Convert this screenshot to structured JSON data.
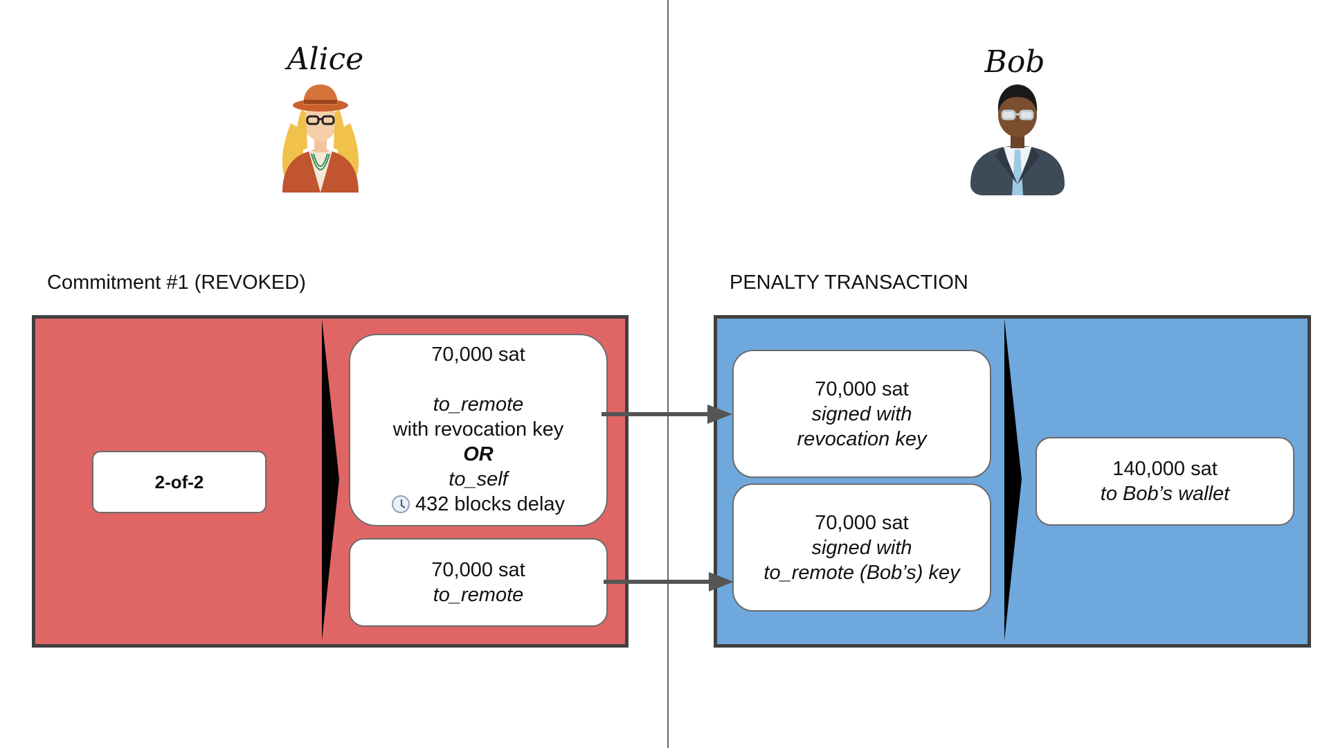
{
  "alice": {
    "name": "Alice",
    "avatar_icon": "alice-avatar-icon"
  },
  "bob": {
    "name": "Bob",
    "avatar_icon": "bob-avatar-icon"
  },
  "commitment": {
    "title": "Commitment #1 (REVOKED)",
    "color": "#e06666",
    "input": {
      "label": "2-of-2"
    },
    "output1": {
      "amount": "70,000 sat",
      "line1": "to_remote",
      "line2": "with revocation key",
      "line3": "OR",
      "line4": "to_self",
      "delay": "432 blocks delay",
      "delay_icon": "clock-icon"
    },
    "output2": {
      "amount": "70,000 sat",
      "line1": "to_remote"
    }
  },
  "penalty": {
    "title": "PENALTY TRANSACTION",
    "color": "#6fa8dc",
    "input1": {
      "amount": "70,000 sat",
      "line1": "signed with",
      "line2": "revocation key"
    },
    "input2": {
      "amount": "70,000 sat",
      "line1": "signed with",
      "line2": "to_remote (Bob’s) key"
    },
    "output": {
      "amount": "140,000 sat",
      "line1": "to Bob’s wallet"
    }
  }
}
